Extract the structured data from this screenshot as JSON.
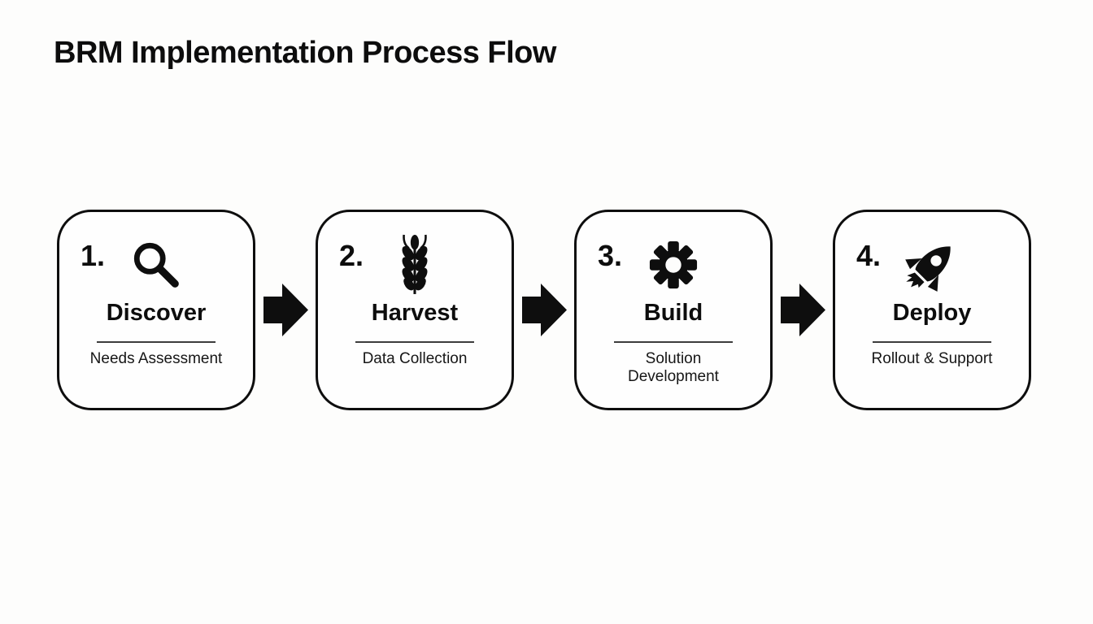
{
  "page": {
    "title": "BRM Implementation Process Flow",
    "background_color": "#fdfdfc",
    "ink_color": "#0e0e0e"
  },
  "flow": {
    "connector_icon": "arrow-right-icon",
    "steps": [
      {
        "number": "1.",
        "icon": "magnifier-icon",
        "title": "Discover",
        "subtitle": "Needs Assessment"
      },
      {
        "number": "2.",
        "icon": "wheat-icon",
        "title": "Harvest",
        "subtitle": "Data Collection"
      },
      {
        "number": "3.",
        "icon": "gear-icon",
        "title": "Build",
        "subtitle": "Solution Development"
      },
      {
        "number": "4.",
        "icon": "rocket-icon",
        "title": "Deploy",
        "subtitle": "Rollout &amp; Support"
      }
    ]
  }
}
